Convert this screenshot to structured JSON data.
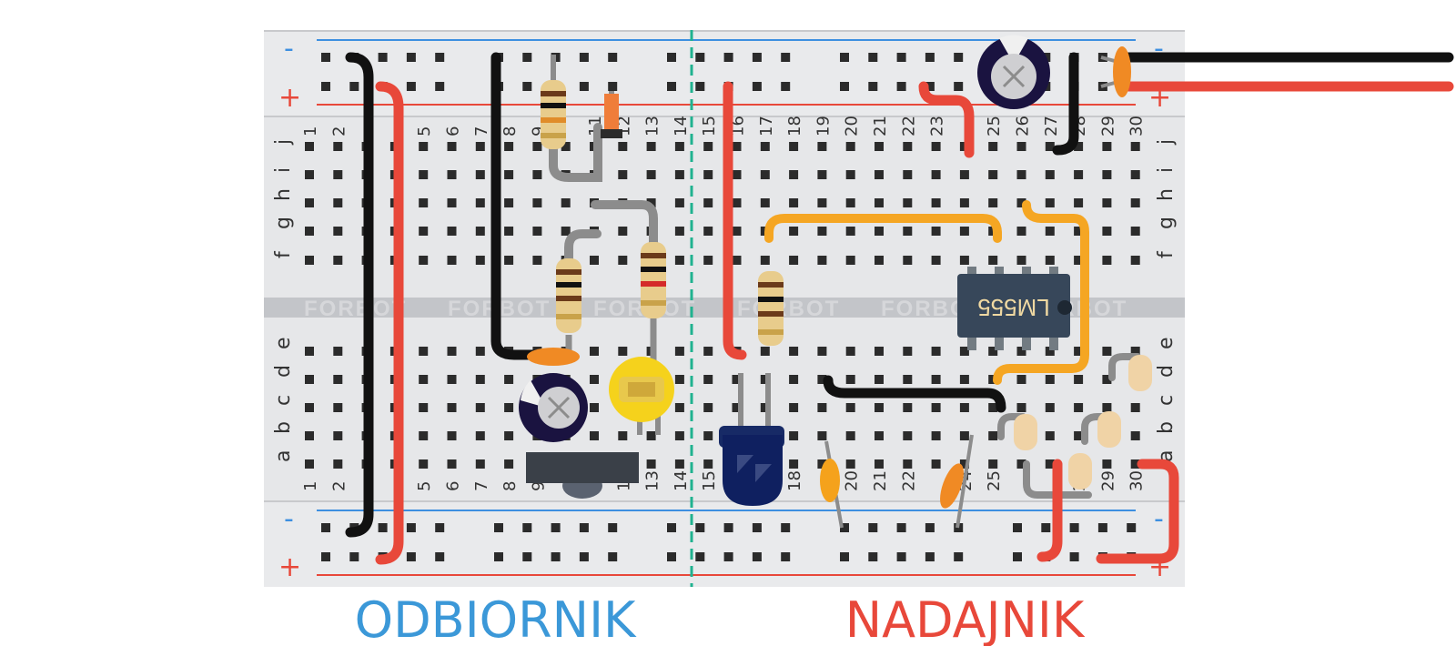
{
  "breadboard": {
    "rail_minus": "-",
    "rail_plus": "+",
    "row_letters_top": [
      "j",
      "i",
      "h",
      "g",
      "f"
    ],
    "row_letters_bottom": [
      "e",
      "d",
      "c",
      "b",
      "a"
    ],
    "column_numbers": [
      "1",
      "2",
      "5",
      "6",
      "7",
      "8",
      "9",
      "11",
      "12",
      "13",
      "14",
      "15",
      "16",
      "17",
      "18",
      "19",
      "20",
      "21",
      "22",
      "23",
      "25",
      "26",
      "27",
      "28",
      "29",
      "30"
    ],
    "column_numbers_bottom": [
      "1",
      "2",
      "5",
      "6",
      "7",
      "8",
      "9",
      "12",
      "13",
      "14",
      "15",
      "18",
      "20",
      "21",
      "22",
      "24",
      "25",
      "28",
      "29",
      "30"
    ],
    "watermark": "FORBOT"
  },
  "ic": {
    "label": "LM555"
  },
  "labels": {
    "receiver": "ODBIORNIK",
    "transmitter": "NADAJNIK"
  },
  "colors": {
    "board": "#e6e7e9",
    "hole": "#2b2b2b",
    "rail_blue": "#3d8fe0",
    "rail_red": "#e8483a",
    "divider": "#20b28f",
    "wire_black": "#111111",
    "wire_red": "#e8483a",
    "wire_orange": "#f5a623",
    "wire_gray": "#8c8c8c",
    "receiver_label": "#3b98d8",
    "transmitter_label": "#e8483a"
  }
}
